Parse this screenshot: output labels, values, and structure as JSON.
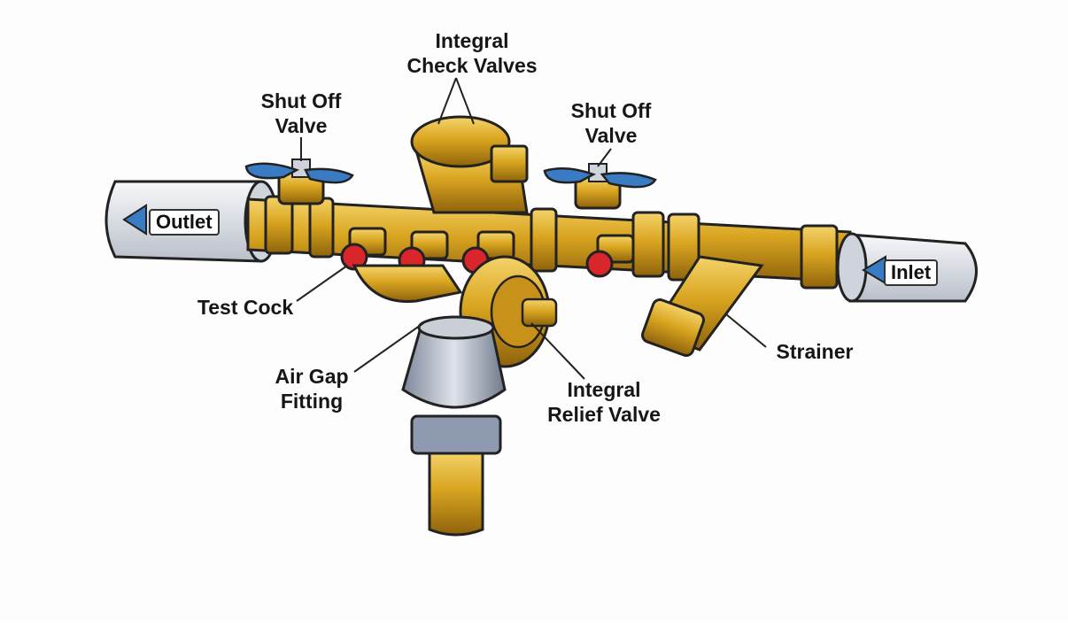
{
  "labels": {
    "check_valves": [
      "Integral",
      "Check Valves"
    ],
    "shutoff_left": [
      "Shut Off",
      "Valve"
    ],
    "shutoff_right": [
      "Shut Off",
      "Valve"
    ],
    "test_cock": "Test Cock",
    "air_gap": [
      "Air Gap",
      "Fitting"
    ],
    "relief_valve": [
      "Integral",
      "Relief Valve"
    ],
    "strainer": "Strainer",
    "outlet": "Outlet",
    "inlet": "Inlet"
  },
  "colors": {
    "brass": "#d9a520",
    "brass_dark": "#9a6e10",
    "cap": "#e4e7ec",
    "handle": "#3a7cc4",
    "test_cock": "#d8262b",
    "fitting": "#9aa6b8"
  }
}
